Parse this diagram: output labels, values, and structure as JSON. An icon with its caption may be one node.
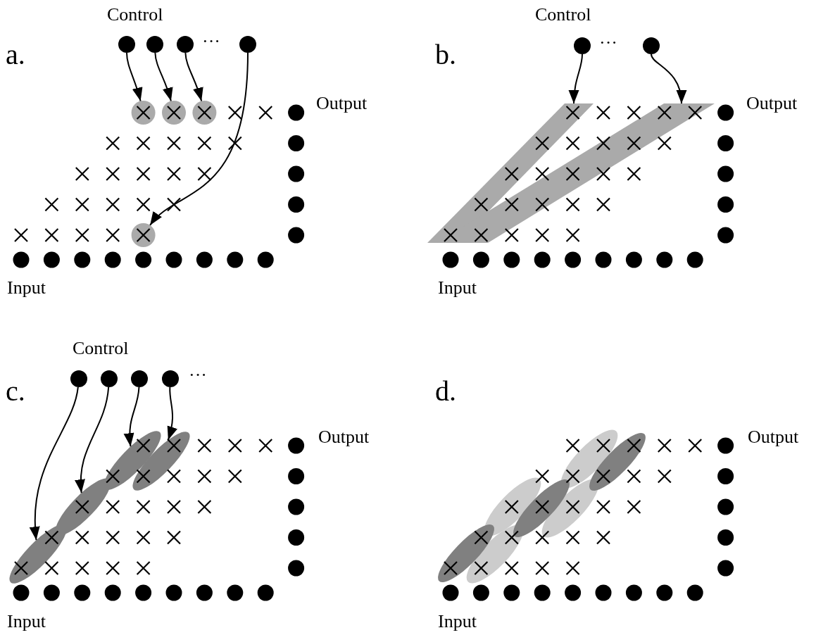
{
  "diagram": {
    "nodes": [
      {
        "text": [],
        "shape": "circle"
      },
      {
        "text": [],
        "shape": "circle"
      },
      {
        "text": [],
        "shape": "circle"
      },
      {
        "text": [],
        "shape": "circle"
      },
      {
        "text": [],
        "shape": "circle"
      },
      {
        "text": [],
        "shape": "circle"
      },
      {
        "text": [],
        "shape": "circle"
      },
      {
        "text": [],
        "shape": "circle"
      },
      {
        "text": [],
        "shape": "circle"
      },
      {
        "text": [],
        "shape": "circle"
      },
      {
        "text": [],
        "shape": "bar"
      },
      {
        "text": [],
        "shape": "bar"
      },
      {
        "text": [],
        "shape": "circle"
      },
      {
        "text": [],
        "shape": "circle"
      },
      {
        "text": [],
        "shape": "circle"
      },
      {
        "text": [],
        "shape": "circle"
      },
      {
        "text": [],
        "shape": "ellipse"
      },
      {
        "text": [],
        "shape": "ellipse"
      },
      {
        "text": [],
        "shape": "ellipse"
      },
      {
        "text": [],
        "shape": "ellipse"
      }
    ],
    "edges": [
      {
        "from": 0,
        "to": 4,
        "arrow": "to"
      },
      {
        "from": 1,
        "to": 5,
        "arrow": "to"
      },
      {
        "from": 2,
        "to": 6,
        "arrow": "to"
      },
      {
        "from": 3,
        "to": 7,
        "arrow": "to"
      },
      {
        "from": 8,
        "to": 10,
        "arrow": "to"
      },
      {
        "from": 9,
        "to": 11,
        "arrow": "to"
      },
      {
        "from": 12,
        "to": 16,
        "arrow": "to"
      },
      {
        "from": 13,
        "to": 17,
        "arrow": "to"
      },
      {
        "from": 14,
        "to": 18,
        "arrow": "to"
      },
      {
        "from": 15,
        "to": 19,
        "arrow": "to"
      }
    ],
    "labels": [
      "Control",
      "a.",
      "···",
      "Output",
      "Input",
      "Control",
      "b.",
      "···",
      "Output",
      "Input",
      "Control",
      "c.",
      "···",
      "Output",
      "Input",
      "d.",
      "Output",
      "Input"
    ]
  }
}
